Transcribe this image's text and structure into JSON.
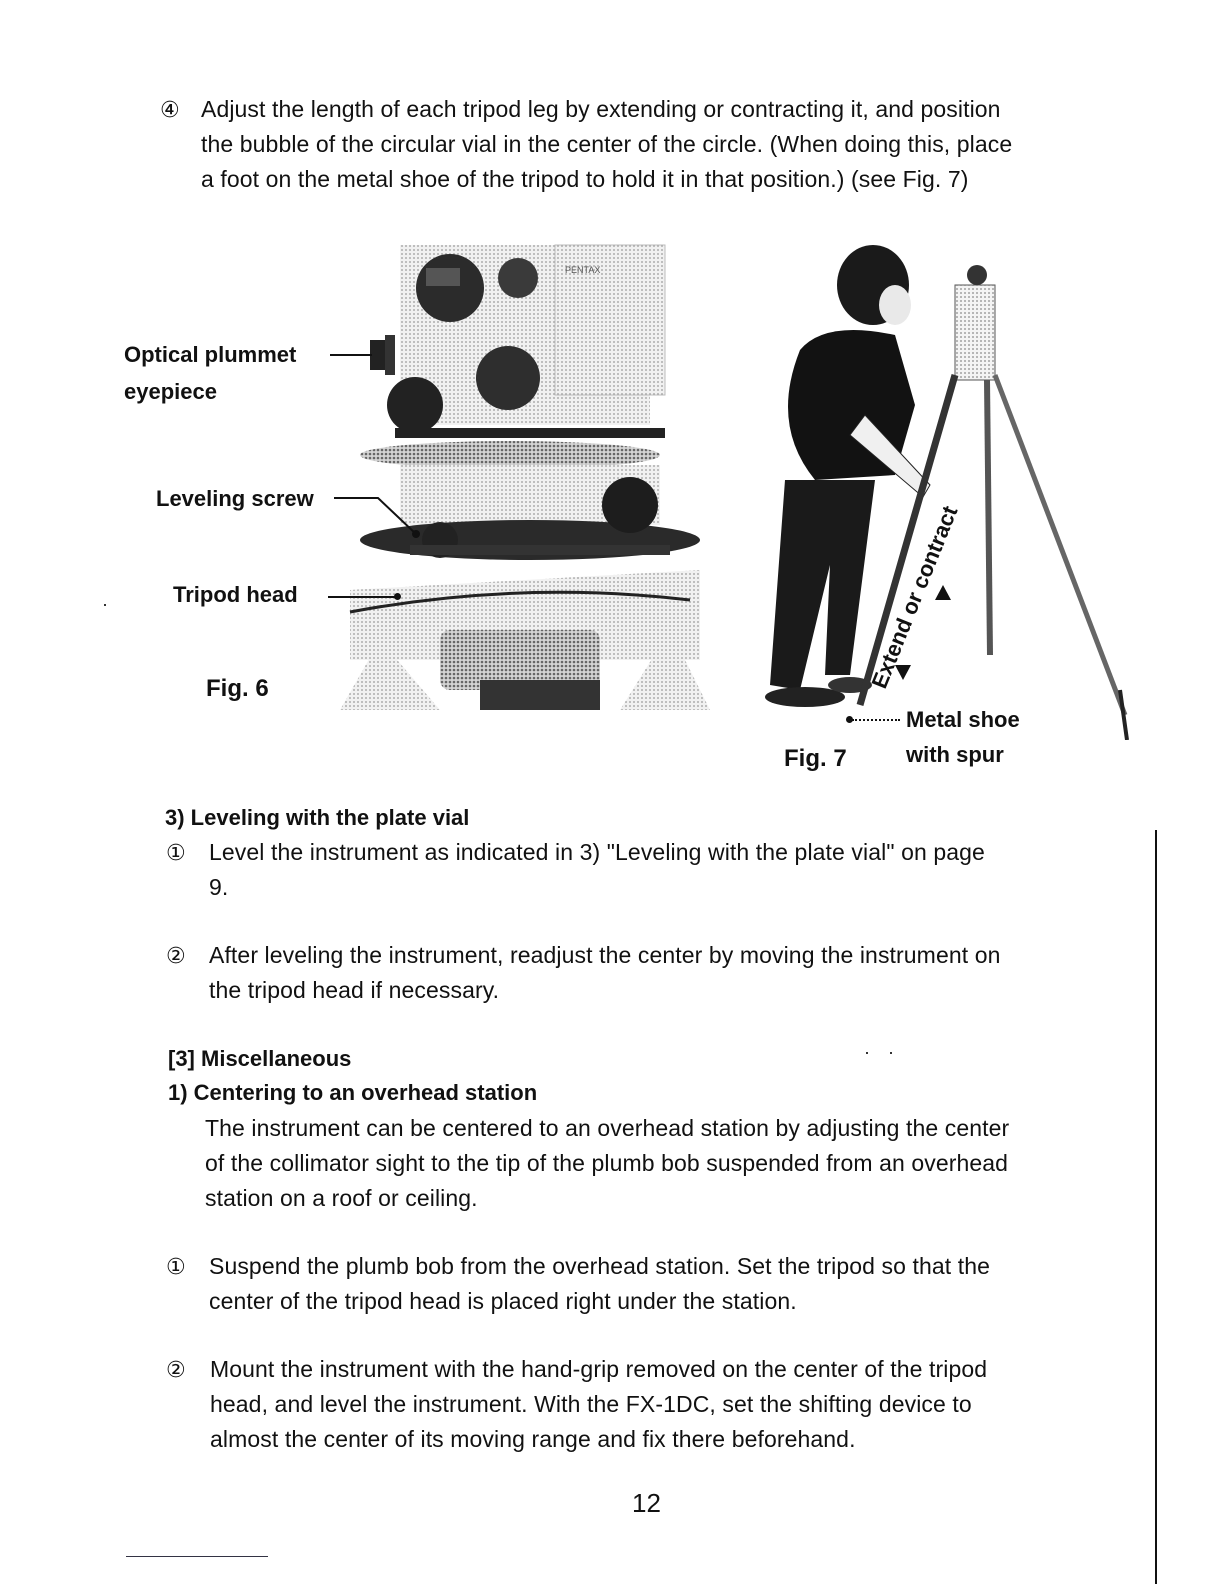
{
  "step4": {
    "marker": "④",
    "lines": [
      "Adjust the length of each tripod leg by extending or contracting it, and position",
      "the bubble of the circular vial in the center of the circle. (When doing this, place",
      "a foot on the metal shoe of the tripod to hold it in that position.) (see Fig. 7)"
    ]
  },
  "fig6": {
    "caption": "Fig. 6",
    "brand": "PENTAX",
    "labels": {
      "optical_plummet_line1": "Optical plummet",
      "optical_plummet_line2": "eyepiece",
      "leveling_screw": "Leveling screw",
      "tripod_head": "Tripod head"
    }
  },
  "fig7": {
    "caption": "Fig. 7",
    "arrow_text": "Extend or contract",
    "labels": {
      "metal_shoe_line1": "Metal shoe",
      "metal_shoe_line2": "with spur"
    }
  },
  "section_leveling": {
    "heading": "3)  Leveling with the plate vial",
    "item1": {
      "marker": "①",
      "lines": [
        "Level the instrument as indicated in 3) \"Leveling with the plate vial\" on page",
        "9."
      ]
    },
    "item2": {
      "marker": "②",
      "lines": [
        "After leveling the instrument, readjust the center by moving the instrument on",
        "the tripod head if necessary."
      ]
    }
  },
  "section_misc": {
    "heading": "[3]  Miscellaneous",
    "sub_heading": "1)  Centering to an overhead station",
    "intro_lines": [
      "The instrument can be centered to an overhead station by adjusting the center",
      "of the collimator sight to the tip of the plumb bob suspended from an overhead",
      "station on a roof or ceiling."
    ],
    "item1": {
      "marker": "①",
      "lines": [
        "Suspend the plumb bob from the overhead station. Set the tripod so that the",
        "center of the tripod head is placed right under the station."
      ]
    },
    "item2": {
      "marker": "②",
      "lines": [
        "Mount the instrument with the hand-grip removed on the center of the tripod",
        "head, and level the instrument. With the FX-1DC, set the shifting device to",
        "almost the center of its moving range and fix there beforehand."
      ]
    }
  },
  "page_number": "12"
}
